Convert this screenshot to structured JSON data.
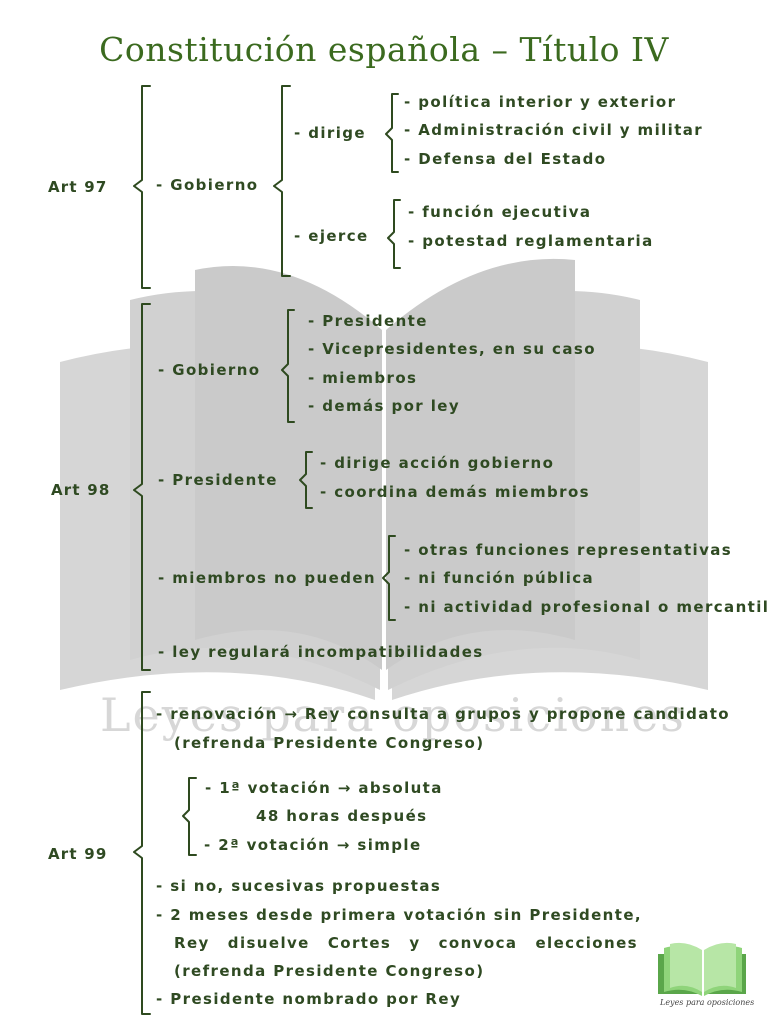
{
  "title": "Constitución española – Título IV",
  "watermark": {
    "text": "Leyes para oposiciones"
  },
  "logo": {
    "caption": "Leyes para oposiciones"
  },
  "colors": {
    "text": "#2f4a22",
    "title": "#3b6a1f",
    "bracket": "#2e4a1f",
    "watermark": "#d9d9d9",
    "logo": "#6fbf5a"
  },
  "art97": {
    "label": "Art 97",
    "gobierno": "-  Gobierno",
    "dirige": "-  dirige",
    "dirige_items": [
      "-  política interior y exterior",
      "-  Administración civil y militar",
      "-  Defensa del Estado"
    ],
    "ejerce": "-  ejerce",
    "ejerce_items": [
      "-  función ejecutiva",
      "-  potestad reglamentaria"
    ]
  },
  "art98": {
    "label": "Art 98",
    "gobierno": "-  Gobierno",
    "gobierno_items": [
      "-  Presidente",
      "-  Vicepresidentes, en su caso",
      "-  miembros",
      "-  demás por ley"
    ],
    "presidente": "-  Presidente",
    "presidente_items": [
      "-  dirige acción gobierno",
      "-  coordina demás miembros"
    ],
    "miembros": "-  miembros no pueden",
    "miembros_items": [
      "-  otras funciones representativas",
      "-  ni función pública",
      "-  ni actividad profesional o mercantil"
    ],
    "ley": "-  ley regulará incompatibilidades"
  },
  "art99": {
    "label": "Art 99",
    "renovacion": "-  renovación → Rey consulta a grupos y propone candidato",
    "refrenda1": "(refrenda Presidente Congreso)",
    "votacion1": "-  1ª votación → absoluta",
    "horas": "48 horas después",
    "votacion2": "- 2ª votación → simple",
    "sino": "-  si no, sucesivas propuestas",
    "meses": "-  2 meses desde primera votación sin Presidente,",
    "rey": "Rey disuelve Cortes y convoca elecciones",
    "refrenda2": "(refrenda Presidente Congreso)",
    "nombrado": "-  Presidente nombrado por Rey"
  }
}
